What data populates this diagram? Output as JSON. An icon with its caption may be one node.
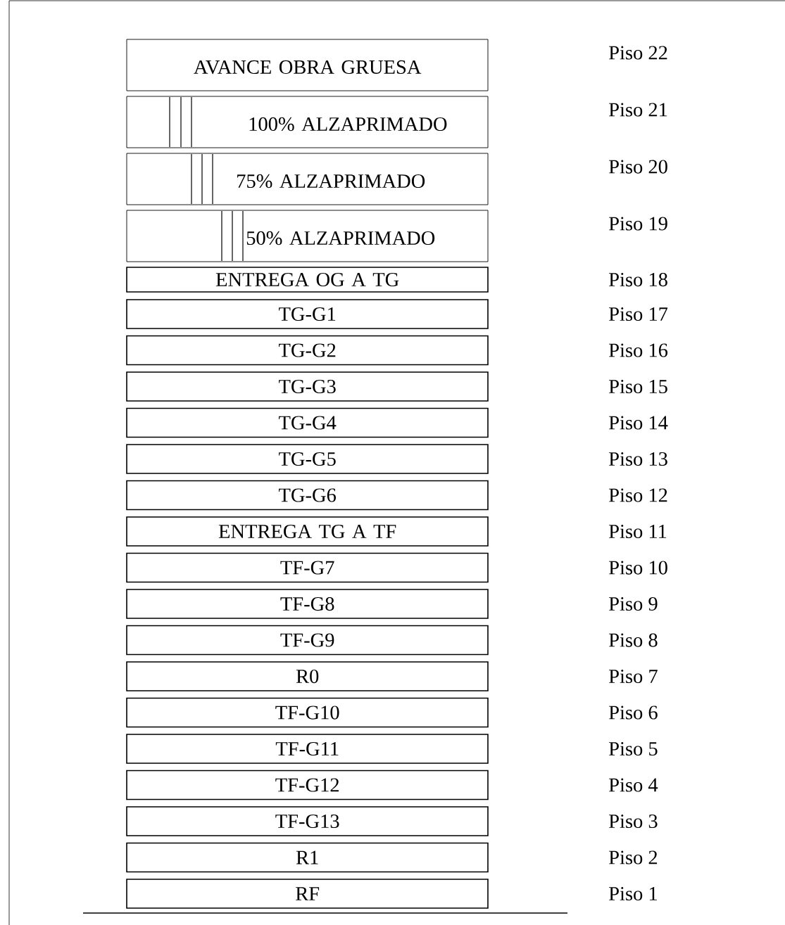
{
  "diagram": {
    "nodes": [
      {
        "text": [
          "AVANCE OBRA GRUESA"
        ]
      },
      {
        "text": [
          "100% ALZAPRIMADO"
        ]
      },
      {
        "text": [
          "75% ALZAPRIMADO"
        ]
      },
      {
        "text": [
          "50% ALZAPRIMADO"
        ]
      },
      {
        "text": [
          "ENTREGA OG A TG"
        ]
      },
      {
        "text": [
          "TG-G1"
        ]
      },
      {
        "text": [
          "TG-G2"
        ]
      },
      {
        "text": [
          "TG-G3"
        ]
      },
      {
        "text": [
          "TG-G4"
        ]
      },
      {
        "text": [
          "TG-G5"
        ]
      },
      {
        "text": [
          "TG-G6"
        ]
      },
      {
        "text": [
          "ENTREGA TG A TF"
        ]
      },
      {
        "text": [
          "TF-G7"
        ]
      },
      {
        "text": [
          "TF-G8"
        ]
      },
      {
        "text": [
          "TF-G9"
        ]
      },
      {
        "text": [
          "R0"
        ]
      },
      {
        "text": [
          "TF-G10"
        ]
      },
      {
        "text": [
          "TF-G11"
        ]
      },
      {
        "text": [
          "TF-G12"
        ]
      },
      {
        "text": [
          "TF-G13"
        ]
      },
      {
        "text": [
          "R1"
        ]
      },
      {
        "text": [
          "RF"
        ]
      }
    ],
    "labels": [
      "Piso 22",
      "Piso 21",
      "Piso 20",
      "Piso 19",
      "Piso 18",
      "Piso 17",
      "Piso 16",
      "Piso 15",
      "Piso 14",
      "Piso 13",
      "Piso 12",
      "Piso 11",
      "Piso 10",
      "Piso 9",
      "Piso 8",
      "Piso 7",
      "Piso 6",
      "Piso 5",
      "Piso 4",
      "Piso 3",
      "Piso 2",
      "Piso 1"
    ]
  }
}
